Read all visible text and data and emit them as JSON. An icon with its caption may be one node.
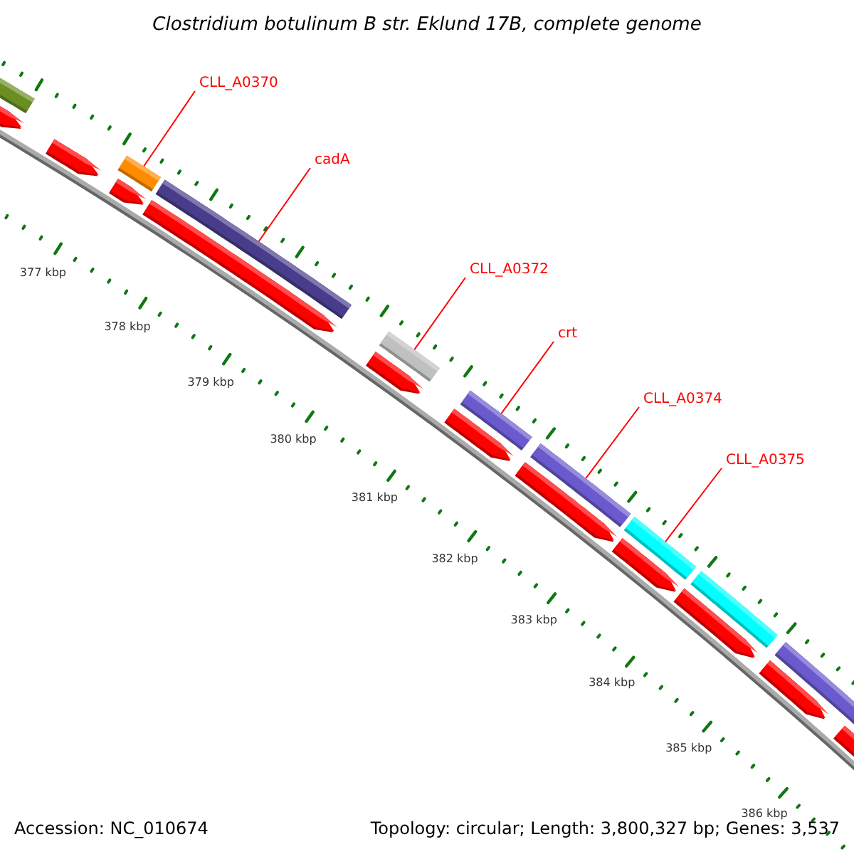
{
  "diagram": {
    "title": "Clostridium botulinum B str. Eklund 17B, complete genome",
    "nodes": [
      {
        "text": [
          "CLL_A0370"
        ]
      },
      {
        "text": [],
        "shape": "bar"
      },
      {
        "text": [
          "cadA"
        ]
      },
      {
        "text": [],
        "shape": "bar"
      },
      {
        "text": [
          "CLL_A0372"
        ]
      },
      {
        "text": [],
        "shape": "bar"
      },
      {
        "text": [
          "crt"
        ]
      },
      {
        "text": [],
        "shape": "bar"
      },
      {
        "text": [
          "CLL_A0374"
        ]
      },
      {
        "text": [],
        "shape": "bar"
      },
      {
        "text": [
          "CLL_A0375"
        ]
      },
      {
        "text": [],
        "shape": "bar"
      }
    ],
    "edges": [
      {
        "from": 0,
        "to": 1,
        "arrow": "none"
      },
      {
        "from": 2,
        "to": 3,
        "arrow": "none"
      },
      {
        "from": 4,
        "to": 5,
        "arrow": "none"
      },
      {
        "from": 6,
        "to": 7,
        "arrow": "none"
      },
      {
        "from": 8,
        "to": 9,
        "arrow": "none"
      },
      {
        "from": 10,
        "to": 11,
        "arrow": "none"
      }
    ],
    "labels": [
      "377 kbp",
      "378 kbp",
      "379 kbp",
      "380 kbp",
      "381 kbp",
      "382 kbp",
      "383 kbp",
      "384 kbp",
      "385 kbp",
      "386 kbp",
      "Accession: NC_010674",
      "Topology: circular; Length: 3,800,327 bp; Genes: 3,537"
    ]
  }
}
